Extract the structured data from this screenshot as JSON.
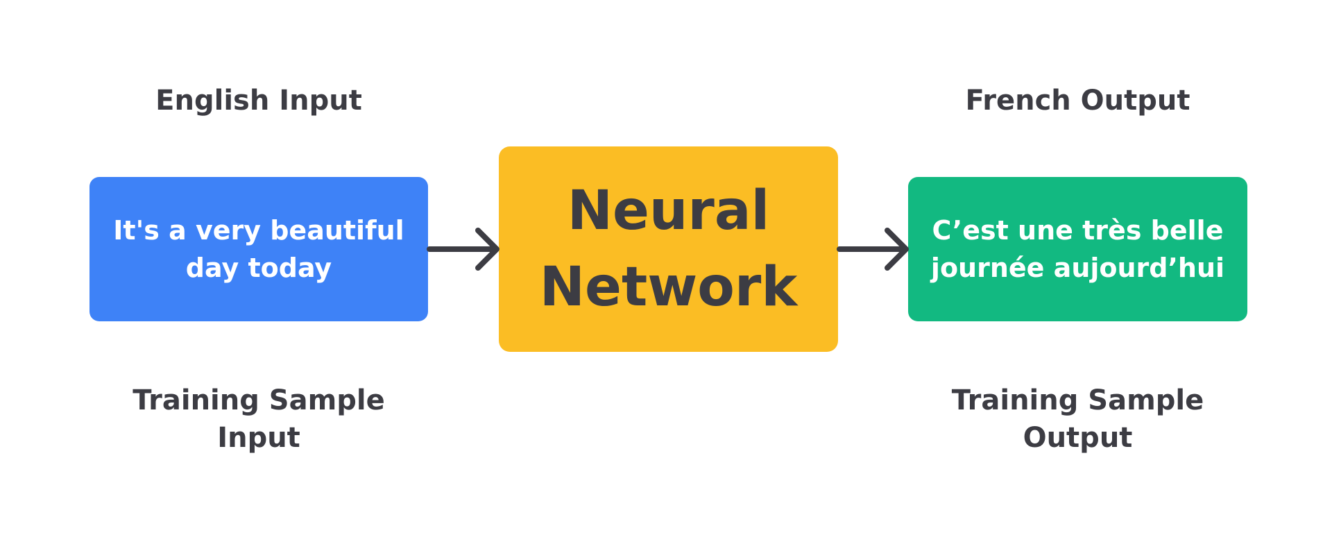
{
  "labels": {
    "english_input": "English Input",
    "french_output": "French Output",
    "training_sample_input": "Training Sample Input",
    "training_sample_output": "Training Sample Output"
  },
  "boxes": {
    "input_text": "It's a very beautiful day today",
    "network_text": "Neural Network",
    "output_text": "C’est une très belle journée aujourd’hui"
  },
  "colors": {
    "input_box": "#3e82f7",
    "network_box": "#fbbd24",
    "output_box": "#12b981",
    "text_dark": "#3c3c43",
    "arrow": "#3c3c43"
  }
}
